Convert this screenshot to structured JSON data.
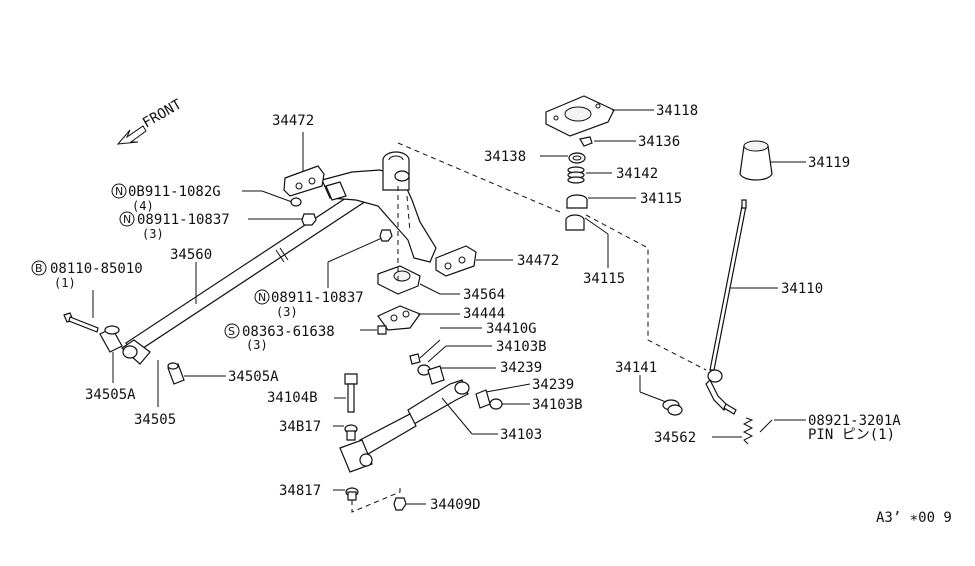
{
  "front_label": "FRONT",
  "labels": {
    "p34472_top": "34472",
    "p34472_right": "34472",
    "n1_part": "0B911-1082G",
    "n1_qty": "(4)",
    "n2_part": "08911-10837",
    "n2_qty": "(3)",
    "n3_part": "08911-10837",
    "n3_qty": "(3)",
    "b1_part": "08110-85010",
    "b1_qty": "(1)",
    "s1_part": "08363-61638",
    "s1_qty": "(3)",
    "p34560": "34560",
    "p34505A_left": "34505A",
    "p34505": "34505",
    "p34505A_right": "34505A",
    "p34564": "34564",
    "p34444": "34444",
    "p34410G": "34410G",
    "p34103B_a": "34103B",
    "p34239_a": "34239",
    "p34239_b": "34239",
    "p34103B_b": "34103B",
    "p34104B": "34104B",
    "p34B17": "34B17",
    "p34103": "34103",
    "p34817": "34817",
    "p34409D": "34409D",
    "p34118": "34118",
    "p34136": "34136",
    "p34138": "34138",
    "p34142": "34142",
    "p34115_a": "34115",
    "p34115_b": "34115",
    "p34119": "34119",
    "p34110": "34110",
    "p34141": "34141",
    "p34562": "34562",
    "pin_part": "08921-3201A",
    "pin_text": "PIN ピン(1)",
    "diagram_code": "A3’ ∗00 9"
  },
  "prefix_symbols": {
    "n": "N",
    "b": "B",
    "s": "S"
  }
}
